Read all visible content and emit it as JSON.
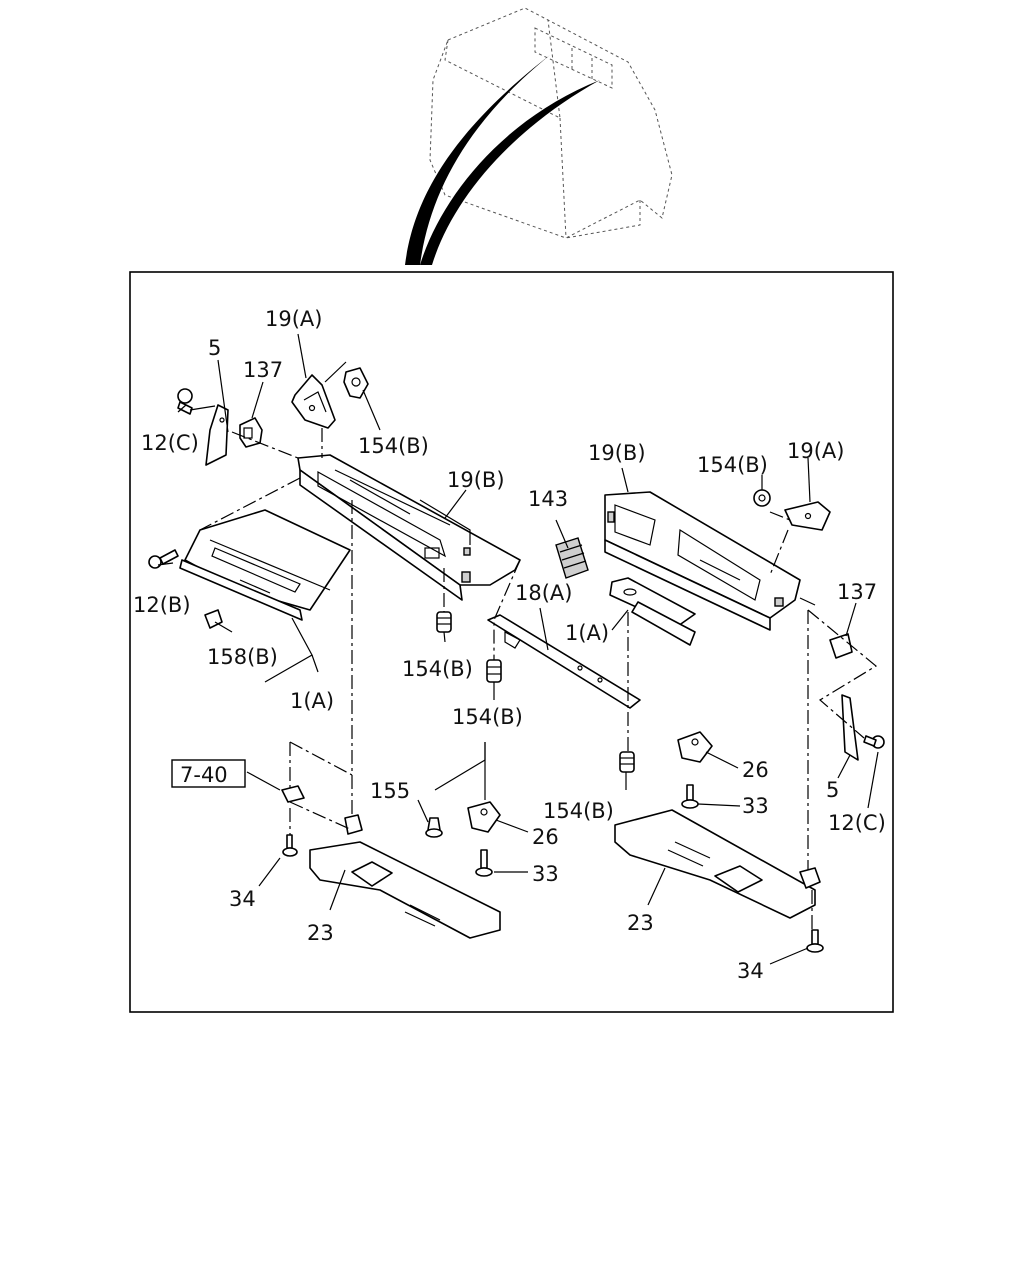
{
  "labels": {
    "p19a_left": "19(A)",
    "p5_left": "5",
    "p137_left": "137",
    "p12c_left": "12(C)",
    "p154b_topleft": "154(B)",
    "p19b_left": "19(B)",
    "p12b": "12(B)",
    "p158b": "158(B)",
    "p1a_left": "1(A)",
    "p154b_mid1": "154(B)",
    "p18a": "18(A)",
    "p154b_mid2": "154(B)",
    "p143": "143",
    "p1a_right": "1(A)",
    "p19b_right": "19(B)",
    "p154b_topright": "154(B)",
    "p19a_right": "19(A)",
    "p137_right": "137",
    "p5_right": "5",
    "p12c_right": "12(C)",
    "p7_40": "7-40",
    "p155": "155",
    "p26_left": "26",
    "p33_left": "33",
    "p34_left": "34",
    "p23_left": "23",
    "p154b_lowright": "154(B)",
    "p26_right": "26",
    "p33_right": "33",
    "p23_right": "23",
    "p34_right": "34"
  },
  "icons": [
    "cab-locator-icon",
    "screw-icon",
    "clip-icon",
    "visor-icon",
    "bracket-icon"
  ]
}
